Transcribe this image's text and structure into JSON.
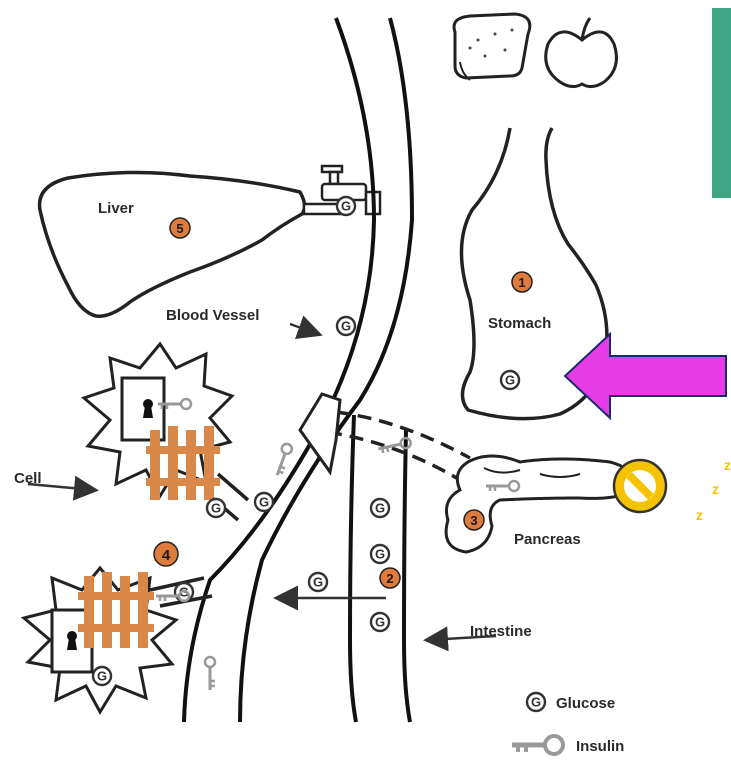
{
  "labels": {
    "liver": "Liver",
    "blood_vessel": "Blood Vessel",
    "stomach": "Stomach",
    "cell": "Cell",
    "pancreas": "Pancreas",
    "intestine": "Intestine"
  },
  "steps": {
    "liver": "5",
    "stomach": "1",
    "intestine": "2",
    "pancreas": "3",
    "cell": "4"
  },
  "legend": {
    "glucose": "Glucose",
    "insulin": "Insulin"
  },
  "symbols": {
    "glucose": "G",
    "sleep": [
      "z",
      "z",
      "z"
    ]
  },
  "colors": {
    "teal_box": "#3fa585",
    "magenta_arrow": "#e53ce8",
    "fence_orange": "#d9884a",
    "step_badge": "#e07b3c",
    "no_symbol": "#f5c200",
    "sleep_z": "#f5c200"
  },
  "icons": [
    "teal-box-icon",
    "magenta-arrow-icon",
    "fence-icon",
    "no-entry-icon",
    "key-icon",
    "glucose-icon",
    "faucet-icon",
    "keyhole-door-icon",
    "bread-icon",
    "apple-icon"
  ]
}
